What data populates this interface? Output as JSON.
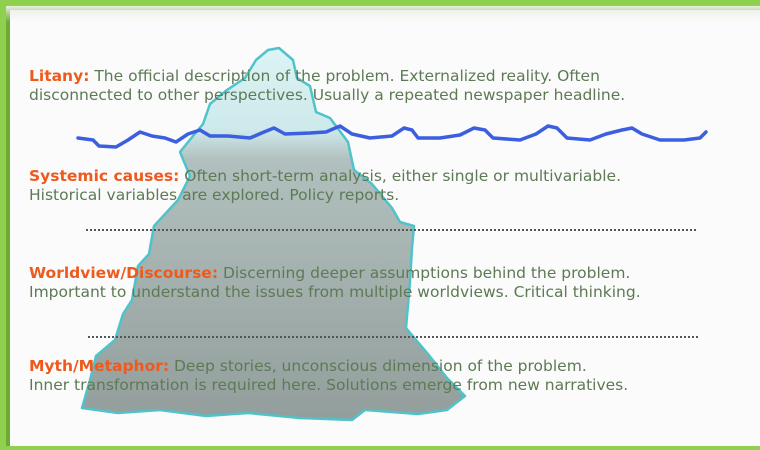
{
  "levels": [
    {
      "term": "Litany:",
      "line1": " The official description of the problem. Externalized reality. Often",
      "line2": "disconnected to other perspectives. Usually a repeated newspaper headline."
    },
    {
      "term": "Systemic causes:",
      "line1": " Often short-term analysis, either single or multivariable.",
      "line2": "Historical  variables are explored.  Policy reports."
    },
    {
      "term": "Worldview/Discourse:",
      "line1": " Discerning deeper assumptions behind the problem.",
      "line2": "Important to understand the issues from multiple worldviews. Critical thinking."
    },
    {
      "term": "Myth/Metaphor:",
      "line1": " Deep stories, unconscious dimension of the problem.",
      "line2": "Inner transformation is required here. Solutions emerge from new narratives."
    }
  ],
  "colors": {
    "frame_green": "#8fd14f",
    "term_orange": "#ee5a1d",
    "body_text_green": "#5d7a55",
    "water_line_blue": "#3b5fe0",
    "iceberg_tip": "#c8ecef",
    "iceberg_body": "#8f9b98",
    "iceberg_outline": "#4fc3c9"
  }
}
